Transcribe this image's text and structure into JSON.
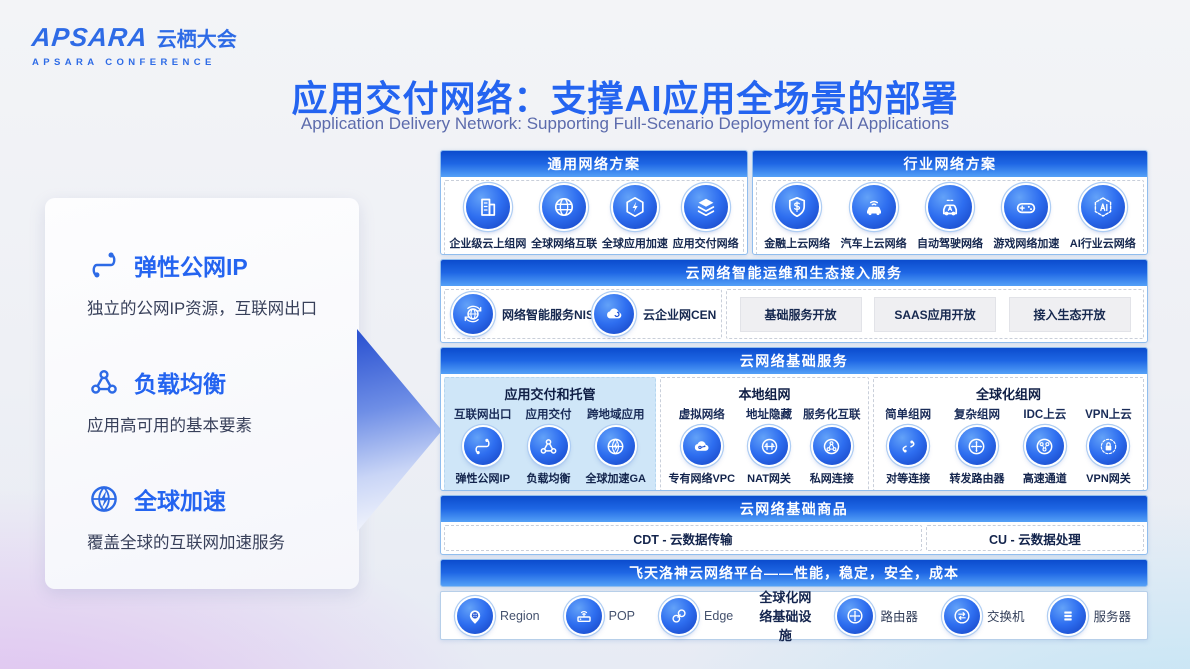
{
  "logo": {
    "brand": "APSARA",
    "brand_cn": "云栖大会",
    "sub": "APSARA CONFERENCE"
  },
  "header": {
    "title": "应用交付网络：支撑AI应用全场景的部署",
    "subtitle": "Application Delivery Network: Supporting Full-Scenario Deployment for AI Applications"
  },
  "colors": {
    "accent": "#2464f0",
    "panel_header_top": "#0b4ccd",
    "panel_header_bottom": "#54a0f7",
    "disk_blue": "#1e5ae0",
    "highlight_group_bg": "#cfe6f8",
    "bg_purple": "#debaf0",
    "bg_blue": "#bce4f6"
  },
  "left_panel": {
    "features": [
      {
        "icon": "plug-icon",
        "title": "弹性公网IP",
        "desc": "独立的公网IP资源，互联网出口"
      },
      {
        "icon": "load-balance-icon",
        "title": "负载均衡",
        "desc": "应用高可用的基本要素"
      },
      {
        "icon": "globe-bolt-icon",
        "title": "全球加速",
        "desc": "覆盖全球的互联网加速服务"
      }
    ]
  },
  "general_panel": {
    "title": "通用网络方案",
    "items": [
      {
        "icon": "building-icon",
        "label": "企业级云上组网"
      },
      {
        "icon": "globe-icon",
        "label": "全球网络互联"
      },
      {
        "icon": "hex-bolt-icon",
        "label": "全球应用加速"
      },
      {
        "icon": "layers-icon",
        "label": "应用交付网络"
      }
    ]
  },
  "industry_panel": {
    "title": "行业网络方案",
    "items": [
      {
        "icon": "shield-dollar-icon",
        "label": "金融上云网络"
      },
      {
        "icon": "car-wifi-icon",
        "label": "汽车上云网络"
      },
      {
        "icon": "car-auto-icon",
        "label": "自动驾驶网络"
      },
      {
        "icon": "gamepad-icon",
        "label": "游戏网络加速"
      },
      {
        "icon": "ai-hex-icon",
        "label": "AI行业云网络"
      }
    ]
  },
  "ops_panel": {
    "title": "云网络智能运维和生态接入服务",
    "services": [
      {
        "icon": "globe-sync-icon",
        "label": "网络智能服务NIS"
      },
      {
        "icon": "cloud-icon",
        "label": "云企业网CEN"
      }
    ],
    "buttons": [
      "基础服务开放",
      "SAAS应用开放",
      "接入生态开放"
    ]
  },
  "base_services_panel": {
    "title": "云网络基础服务",
    "groups": [
      {
        "title": "应用交付和托管",
        "highlight": true,
        "items": [
          {
            "top": "互联网出口",
            "icon": "plug-icon",
            "bottom": "弹性公网IP"
          },
          {
            "top": "应用交付",
            "icon": "load-balance-icon",
            "bottom": "负载均衡"
          },
          {
            "top": "跨地域应用",
            "icon": "globe-bolt-icon",
            "bottom": "全球加速GA"
          }
        ]
      },
      {
        "title": "本地组网",
        "highlight": false,
        "items": [
          {
            "top": "虚拟网络",
            "icon": "cloud-node-icon",
            "bottom": "专有网络VPC"
          },
          {
            "top": "地址隐藏",
            "icon": "nat-icon",
            "bottom": "NAT网关"
          },
          {
            "top": "服务化互联",
            "icon": "tri-nodes-icon",
            "bottom": "私网连接"
          }
        ]
      },
      {
        "title": "全球化组网",
        "highlight": false,
        "items": [
          {
            "top": "简单组网",
            "icon": "peer-icon",
            "bottom": "对等连接"
          },
          {
            "top": "复杂组网",
            "icon": "cross-router-icon",
            "bottom": "转发路由器"
          },
          {
            "top": "IDC上云",
            "icon": "express-icon",
            "bottom": "高速通道"
          },
          {
            "top": "VPN上云",
            "icon": "vpn-lock-icon",
            "bottom": "VPN网关"
          }
        ]
      }
    ]
  },
  "commerce_panel": {
    "title": "云网络基础商品",
    "items": [
      "CDT - 云数据传输",
      "CU - 云数据处理"
    ]
  },
  "platform_bar": {
    "title": "飞天洛神云网络平台——性能，稳定，安全，成本"
  },
  "infra_bar": {
    "items": [
      {
        "icon": "region-pin-icon",
        "label": "Region"
      },
      {
        "icon": "pop-router-icon",
        "label": "POP"
      },
      {
        "icon": "edge-chain-icon",
        "label": "Edge"
      }
    ],
    "center_label": "全球化网络基础设施",
    "devices": [
      {
        "icon": "router-icon",
        "label": "路由器"
      },
      {
        "icon": "switch-icon",
        "label": "交换机"
      },
      {
        "icon": "server-icon",
        "label": "服务器"
      }
    ]
  }
}
